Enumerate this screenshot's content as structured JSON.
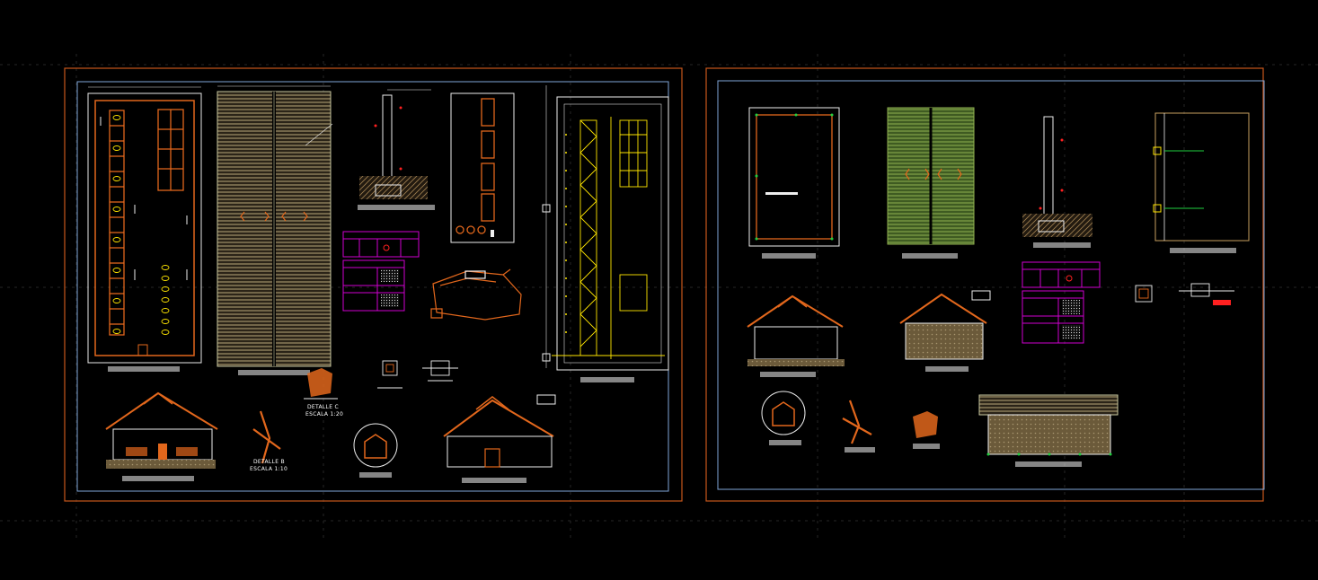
{
  "colors": {
    "background": "#000000",
    "sheet_border": "#c8561b",
    "inner_border": "#7fa6d8",
    "grid_line": "#2a2a2a",
    "wall": "#e2671c",
    "roof_line": "#c9c9a0",
    "dim_text": "#f0f0f0",
    "structure": "#ffe600",
    "table_frame": "#d000d0",
    "roof_green": "#6f8c3a",
    "wall_texture": "#8a7a55",
    "marker_red": "#ff2020",
    "marker_green": "#20d040"
  },
  "labels": {
    "detail_b": "DETALLE B",
    "detail_b_scale": "ESCALA 1:10",
    "detail_c": "DETALLE C",
    "detail_c_scale": "ESCALA 1:20"
  }
}
